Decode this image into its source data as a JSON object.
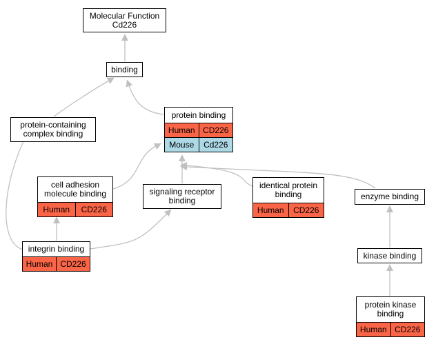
{
  "colors": {
    "human": "#fa6447",
    "mouse": "#add8e6",
    "edge": "#c0c0c0",
    "border": "#000000"
  },
  "nodes": {
    "molecular_function": {
      "title": "Molecular Function\nCd226"
    },
    "binding": {
      "title": "binding"
    },
    "protein_containing_complex_binding": {
      "title": "protein-containing\ncomplex binding"
    },
    "protein_binding": {
      "title": "protein binding",
      "annotations": [
        {
          "species": "Human",
          "gene": "CD226"
        },
        {
          "species": "Mouse",
          "gene": "Cd226"
        }
      ]
    },
    "cell_adhesion_molecule_binding": {
      "title": "cell adhesion\nmolecule binding",
      "annotations": [
        {
          "species": "Human",
          "gene": "CD226"
        }
      ]
    },
    "signaling_receptor_binding": {
      "title": "signaling receptor\nbinding"
    },
    "identical_protein_binding": {
      "title": "identical protein\nbinding",
      "annotations": [
        {
          "species": "Human",
          "gene": "CD226"
        }
      ]
    },
    "enzyme_binding": {
      "title": "enzyme binding"
    },
    "integrin_binding": {
      "title": "integrin binding",
      "annotations": [
        {
          "species": "Human",
          "gene": "CD226"
        }
      ]
    },
    "kinase_binding": {
      "title": "kinase binding"
    },
    "protein_kinase_binding": {
      "title": "protein kinase\nbinding",
      "annotations": [
        {
          "species": "Human",
          "gene": "CD226"
        }
      ]
    }
  },
  "edges": [
    {
      "from": "binding",
      "to": "molecular_function"
    },
    {
      "from": "protein_containing_complex_binding",
      "to": "binding"
    },
    {
      "from": "protein_binding",
      "to": "binding"
    },
    {
      "from": "cell_adhesion_molecule_binding",
      "to": "protein_binding"
    },
    {
      "from": "signaling_receptor_binding",
      "to": "protein_binding"
    },
    {
      "from": "identical_protein_binding",
      "to": "protein_binding"
    },
    {
      "from": "enzyme_binding",
      "to": "protein_binding"
    },
    {
      "from": "integrin_binding",
      "to": "protein_containing_complex_binding"
    },
    {
      "from": "integrin_binding",
      "to": "cell_adhesion_molecule_binding"
    },
    {
      "from": "integrin_binding",
      "to": "signaling_receptor_binding"
    },
    {
      "from": "kinase_binding",
      "to": "enzyme_binding"
    },
    {
      "from": "protein_kinase_binding",
      "to": "kinase_binding"
    }
  ]
}
